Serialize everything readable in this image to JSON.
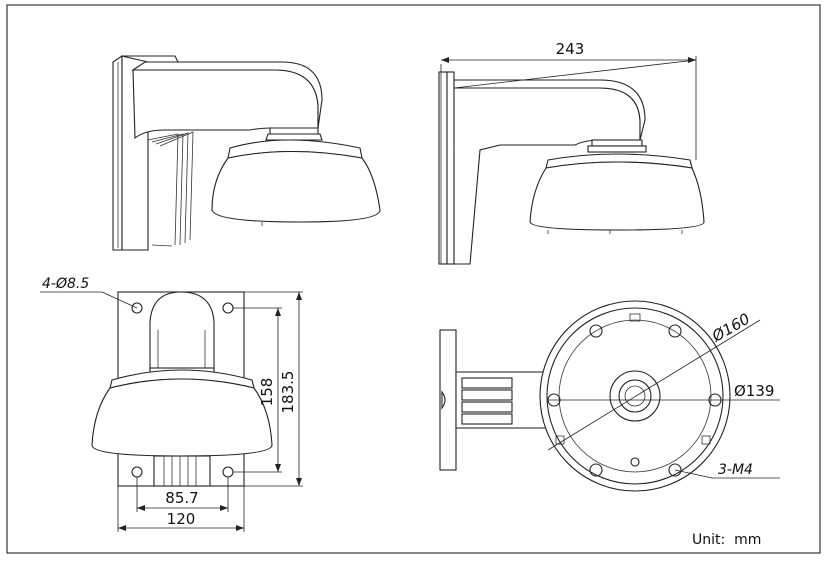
{
  "dimensions": {
    "width_243": "243",
    "hole_4x85": "4-Ø8.5",
    "height_158": "158",
    "height_1835": "183.5",
    "width_857": "85.7",
    "width_120": "120",
    "dia_160": "Ø160",
    "dia_139": "Ø139",
    "thread_3m4": "3-M4"
  },
  "unit_label": "Unit:  mm"
}
